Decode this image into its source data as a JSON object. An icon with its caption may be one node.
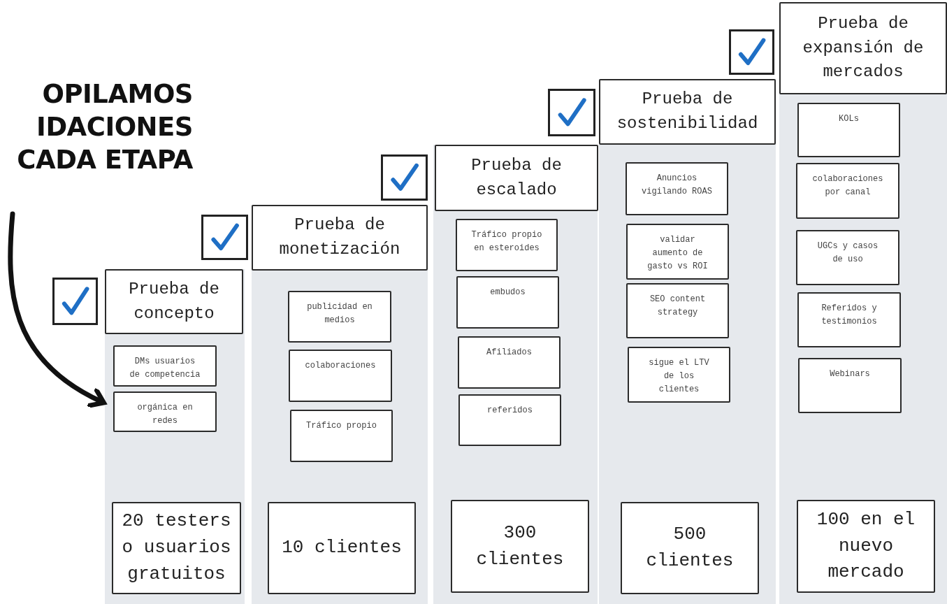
{
  "diagram": {
    "nodes": [
      {
        "text": [
          "OPILAMOS IDACIONES CADA ETAPA"
        ]
      },
      {
        "text": [],
        "shape": "band"
      },
      {
        "text": [
          "Prueba de concepto"
        ],
        "in": 1
      },
      {
        "text": [
          "DMs usuarios de competencia"
        ],
        "in": 1
      },
      {
        "text": [
          "orgánica en redes"
        ],
        "in": 1
      },
      {
        "text": [
          "20 testers o usuarios gratuitos"
        ],
        "in": 1
      },
      {
        "text": [],
        "shape": "band"
      },
      {
        "text": [
          "Prueba de monetización"
        ],
        "in": 6
      },
      {
        "text": [
          "publicidad en medios"
        ],
        "in": 6
      },
      {
        "text": [
          "colaboraciones"
        ],
        "in": 6
      },
      {
        "text": [
          "Tráfico propio"
        ],
        "in": 6
      },
      {
        "text": [
          "10 clientes"
        ],
        "in": 6
      },
      {
        "text": [],
        "shape": "band"
      },
      {
        "text": [
          "Prueba de escalado"
        ],
        "in": 12
      },
      {
        "text": [
          "Tráfico propio en esteroides"
        ],
        "in": 12
      },
      {
        "text": [
          "embudos"
        ],
        "in": 12
      },
      {
        "text": [
          "Afiliados"
        ],
        "in": 12
      },
      {
        "text": [
          "referidos"
        ],
        "in": 12
      },
      {
        "text": [
          "300 clientes"
        ],
        "in": 12
      },
      {
        "text": [],
        "shape": "band"
      },
      {
        "text": [
          "Prueba de sostenibilidad"
        ],
        "in": 19
      },
      {
        "text": [
          "Anuncios vigilando ROAS"
        ],
        "in": 19
      },
      {
        "text": [
          "validar aumento de gasto vs ROI"
        ],
        "in": 19
      },
      {
        "text": [
          "SEO content strategy"
        ],
        "in": 19
      },
      {
        "text": [
          "sigue el LTV de los clientes"
        ],
        "in": 19
      },
      {
        "text": [
          "500 clientes"
        ],
        "in": 19
      },
      {
        "text": [],
        "shape": "band"
      },
      {
        "text": [
          "Prueba de expansión de mercados"
        ],
        "in": 26
      },
      {
        "text": [
          "KOLs"
        ],
        "in": 26
      },
      {
        "text": [
          "colaboraciones por canal"
        ],
        "in": 26
      },
      {
        "text": [
          "UGCs y casos de uso"
        ],
        "in": 26
      },
      {
        "text": [
          "Referidos y testimonios"
        ],
        "in": 26
      },
      {
        "text": [
          "Webinars"
        ],
        "in": 26
      },
      {
        "text": [
          "100 en el nuevo mercado"
        ],
        "in": 26
      }
    ],
    "edges": [
      {
        "from": 0,
        "to": 1,
        "arrow": "to"
      }
    ]
  }
}
